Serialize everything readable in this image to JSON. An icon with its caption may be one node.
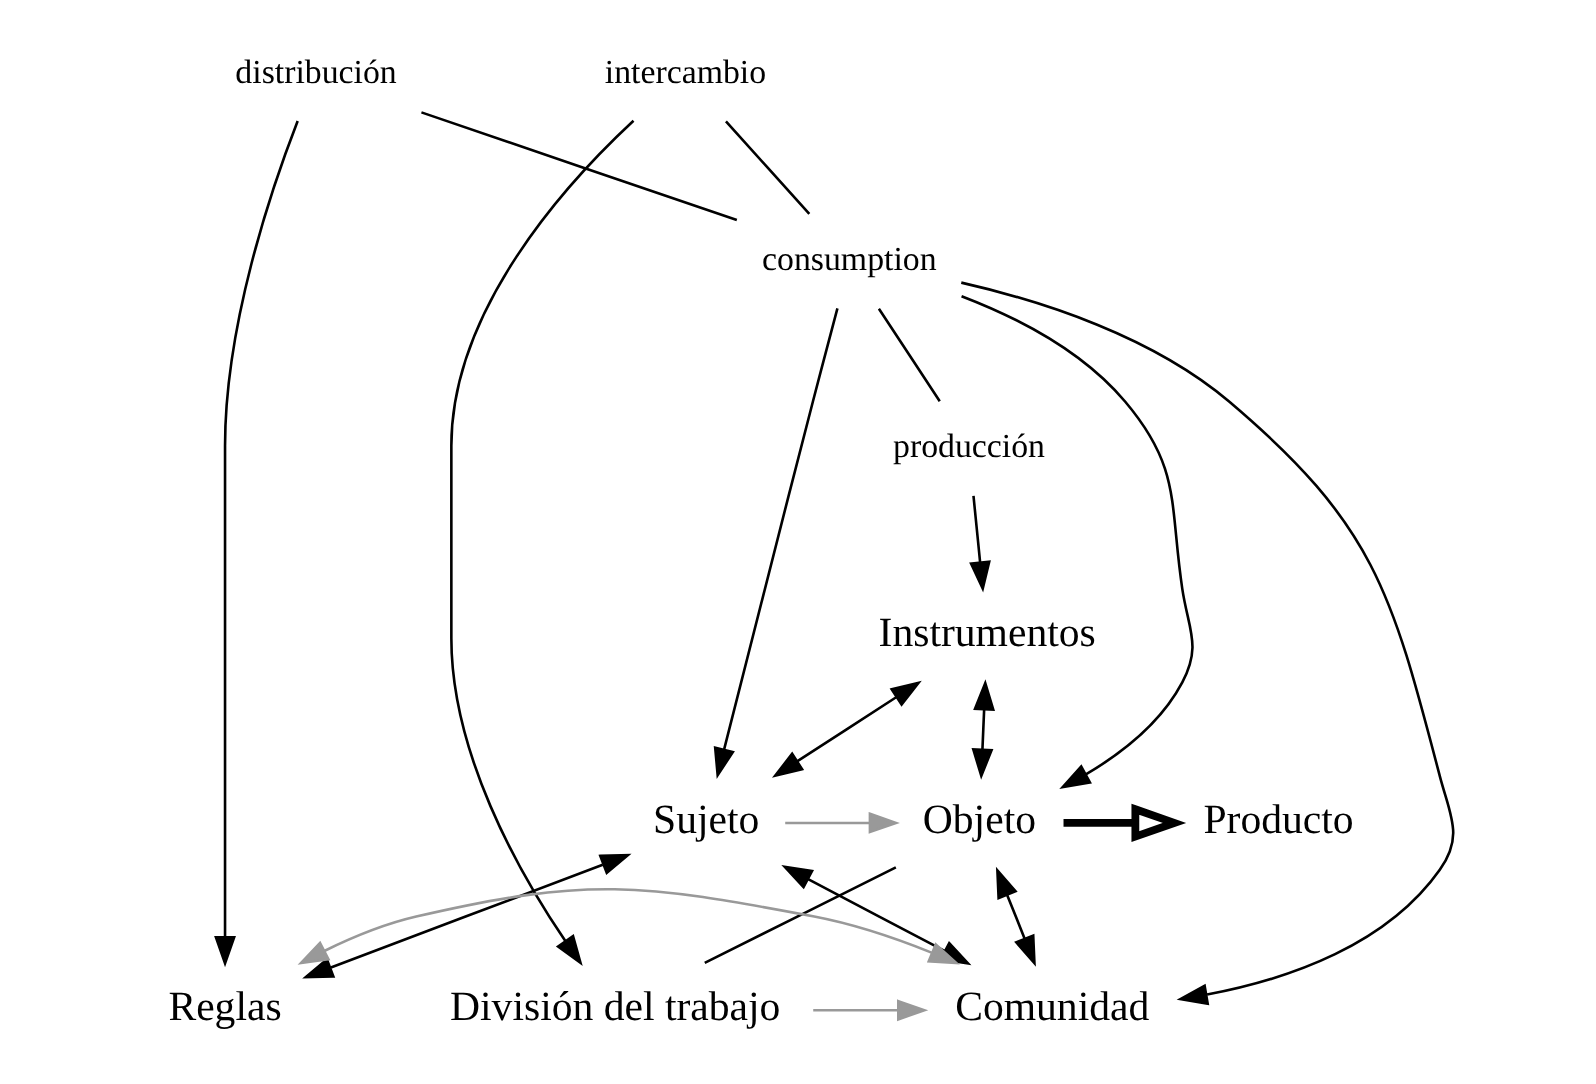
{
  "diagram": {
    "nodes": [
      {
        "text": [
          "Instrumentos"
        ]
      },
      {
        "text": [
          "Sujeto"
        ]
      },
      {
        "text": [
          "Objeto"
        ]
      },
      {
        "text": [
          "Producto"
        ]
      },
      {
        "text": [
          "producción"
        ]
      },
      {
        "text": [
          "consumption"
        ]
      },
      {
        "text": [
          "distribución"
        ]
      },
      {
        "text": [
          "intercambio"
        ]
      },
      {
        "text": [
          "Reglas"
        ]
      },
      {
        "text": [
          "Comunidad"
        ]
      },
      {
        "text": [
          "División del trabajo"
        ]
      }
    ],
    "edges": [
      {
        "from": 0,
        "to": 1,
        "arrow": "both"
      },
      {
        "from": 0,
        "to": 2,
        "arrow": "both"
      },
      {
        "from": 1,
        "to": 2,
        "arrow": "to",
        "color": "#999999"
      },
      {
        "from": 2,
        "to": 3,
        "arrow": "to",
        "style": "thick"
      },
      {
        "from": 4,
        "to": 0,
        "arrow": "to"
      },
      {
        "from": 5,
        "to": 4,
        "arrow": "none"
      },
      {
        "from": 5,
        "to": 1,
        "arrow": "to"
      },
      {
        "from": 5,
        "to": 2,
        "arrow": "to"
      },
      {
        "from": 5,
        "to": 9,
        "arrow": "to"
      },
      {
        "from": 1,
        "to": 8,
        "arrow": "both"
      },
      {
        "from": 1,
        "to": 9,
        "arrow": "both"
      },
      {
        "from": 2,
        "to": 9,
        "arrow": "both"
      },
      {
        "from": 2,
        "to": 10,
        "arrow": "none"
      },
      {
        "from": 6,
        "to": 5,
        "arrow": "none"
      },
      {
        "from": 6,
        "to": 8,
        "arrow": "to"
      },
      {
        "from": 7,
        "to": 5,
        "arrow": "none"
      },
      {
        "from": 7,
        "to": 10,
        "arrow": "to"
      },
      {
        "from": 8,
        "to": 9,
        "arrow": "both",
        "color": "#999999"
      },
      {
        "from": 10,
        "to": 9,
        "arrow": "to",
        "color": "#999999"
      }
    ]
  }
}
